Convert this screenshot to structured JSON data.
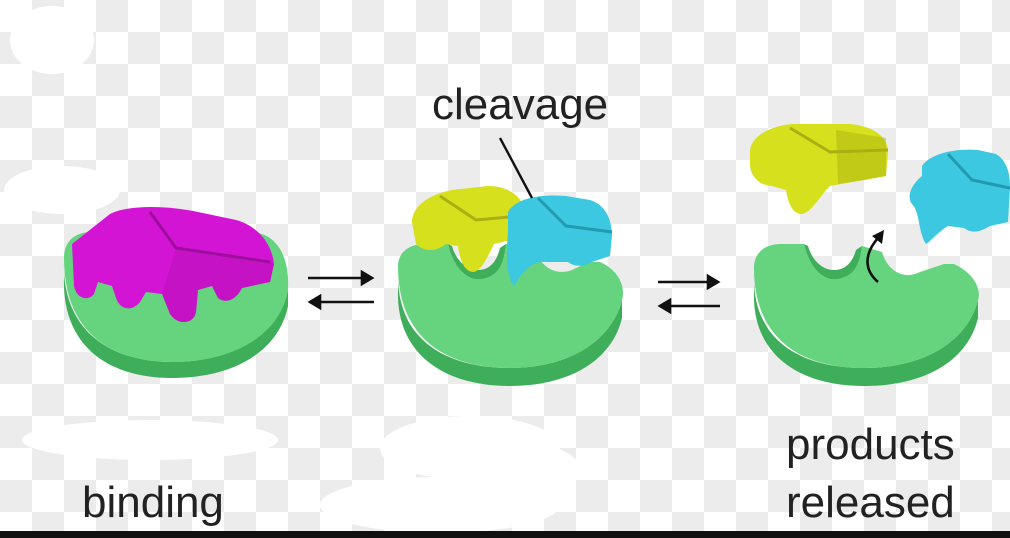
{
  "labels": {
    "cleavage": "cleavage",
    "binding": "binding",
    "products": "products",
    "released": "released"
  },
  "colors": {
    "enzyme": "#66d47e",
    "enzyme_dark": "#3fae5a",
    "substrate": "#d414d4",
    "substrate_dark": "#9d0e9d",
    "product_yellow": "#d6e01c",
    "product_yellow_dark": "#a8b012",
    "product_cyan": "#3cc8e0",
    "product_cyan_dark": "#229ab0",
    "arrow": "#111111"
  },
  "icons": {
    "equilibrium_left": "equilibrium-arrows",
    "equilibrium_right": "equilibrium-arrows",
    "release_arrow": "curved-arrow"
  }
}
